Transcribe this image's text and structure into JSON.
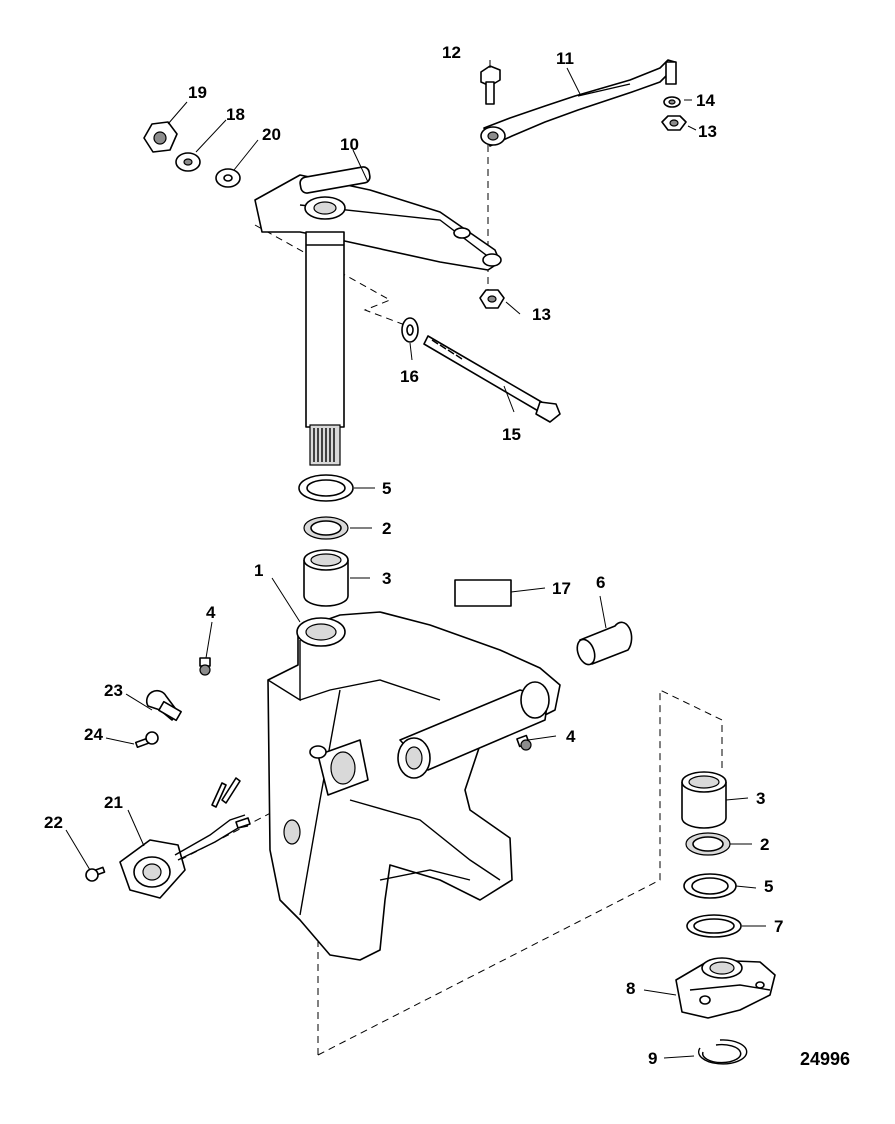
{
  "figure": {
    "number": "24996"
  },
  "callouts": [
    {
      "id": "c1",
      "label": "1"
    },
    {
      "id": "c2a",
      "label": "2"
    },
    {
      "id": "c2b",
      "label": "2"
    },
    {
      "id": "c3a",
      "label": "3"
    },
    {
      "id": "c3b",
      "label": "3"
    },
    {
      "id": "c4a",
      "label": "4"
    },
    {
      "id": "c4b",
      "label": "4"
    },
    {
      "id": "c5a",
      "label": "5"
    },
    {
      "id": "c5b",
      "label": "5"
    },
    {
      "id": "c6",
      "label": "6"
    },
    {
      "id": "c7",
      "label": "7"
    },
    {
      "id": "c8",
      "label": "8"
    },
    {
      "id": "c9",
      "label": "9"
    },
    {
      "id": "c10",
      "label": "10"
    },
    {
      "id": "c11",
      "label": "11"
    },
    {
      "id": "c12",
      "label": "12"
    },
    {
      "id": "c13a",
      "label": "13"
    },
    {
      "id": "c13b",
      "label": "13"
    },
    {
      "id": "c14",
      "label": "14"
    },
    {
      "id": "c15",
      "label": "15"
    },
    {
      "id": "c16",
      "label": "16"
    },
    {
      "id": "c17",
      "label": "17"
    },
    {
      "id": "c18",
      "label": "18"
    },
    {
      "id": "c19",
      "label": "19"
    },
    {
      "id": "c20",
      "label": "20"
    },
    {
      "id": "c21",
      "label": "21"
    },
    {
      "id": "c22",
      "label": "22"
    },
    {
      "id": "c23",
      "label": "23"
    },
    {
      "id": "c24",
      "label": "24"
    }
  ]
}
